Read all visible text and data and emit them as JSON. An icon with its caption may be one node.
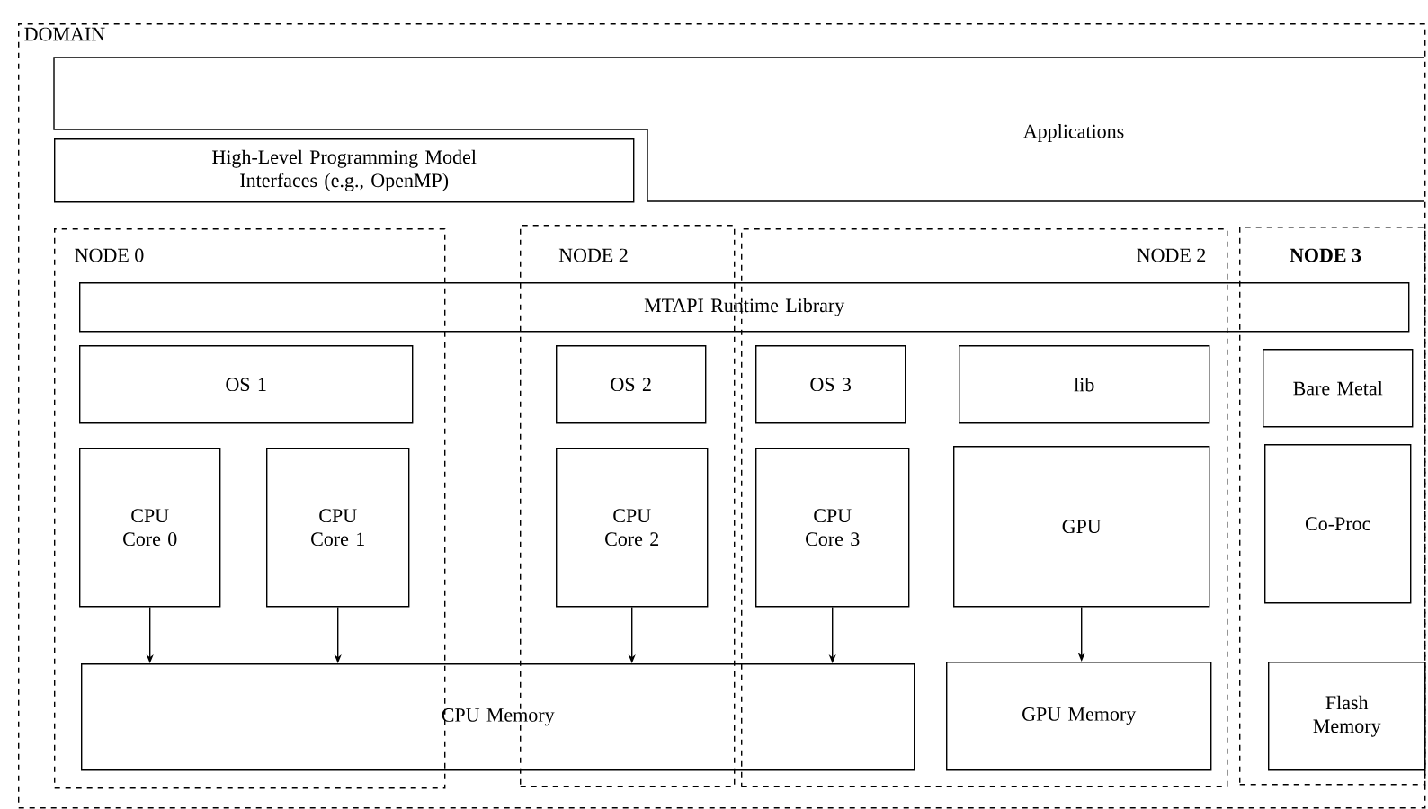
{
  "diagram": {
    "nodes": [
      {
        "text": [
          "DOMAIN"
        ]
      },
      {
        "text": [
          "Applications"
        ],
        "in": 0
      },
      {
        "text": [
          "High-Level Programming Model Interfaces (e.g., OpenMP)"
        ],
        "in": 0
      },
      {
        "text": [
          "NODE 0"
        ],
        "in": 0
      },
      {
        "text": [
          "NODE 2"
        ],
        "in": 0
      },
      {
        "text": [
          "NODE 2"
        ],
        "in": 0
      },
      {
        "text": [
          "NODE 3"
        ],
        "in": 0
      },
      {
        "text": [
          "MTAPI Runtime Library"
        ],
        "in": 0
      },
      {
        "text": [
          "OS 1"
        ],
        "in": 3
      },
      {
        "text": [
          "OS 2"
        ],
        "in": 4
      },
      {
        "text": [
          "OS 3"
        ],
        "in": 5
      },
      {
        "text": [
          "lib"
        ],
        "in": 5
      },
      {
        "text": [
          "Bare Metal"
        ],
        "in": 6
      },
      {
        "text": [
          "CPU Core 0"
        ],
        "in": 3
      },
      {
        "text": [
          "CPU Core 1"
        ],
        "in": 3
      },
      {
        "text": [
          "CPU Core 2"
        ],
        "in": 4
      },
      {
        "text": [
          "CPU Core 3"
        ],
        "in": 5
      },
      {
        "text": [
          "GPU"
        ],
        "in": 5
      },
      {
        "text": [
          "Co-Proc"
        ],
        "in": 6
      },
      {
        "text": [
          "CPU Memory"
        ],
        "in": 0
      },
      {
        "text": [
          "GPU Memory"
        ],
        "in": 5
      },
      {
        "text": [
          "Flash Memory"
        ],
        "in": 6
      }
    ],
    "edges": [
      {
        "from": 13,
        "to": 19,
        "arrow": "to"
      },
      {
        "from": 14,
        "to": 19,
        "arrow": "to"
      },
      {
        "from": 15,
        "to": 19,
        "arrow": "to"
      },
      {
        "from": 16,
        "to": 19,
        "arrow": "to"
      },
      {
        "from": 17,
        "to": 20,
        "arrow": "to"
      }
    ]
  }
}
